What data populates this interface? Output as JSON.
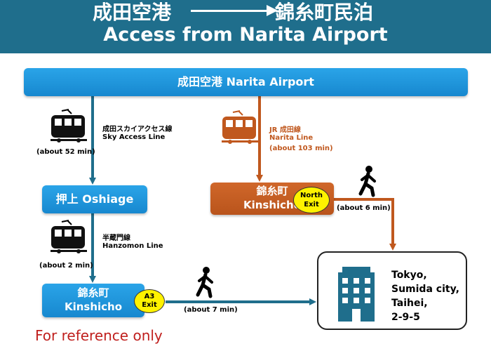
{
  "header": {
    "from_jp": "成田空港",
    "to_jp": "錦糸町民泊",
    "subtitle": "Access from Narita Airport"
  },
  "nodes": {
    "airport": "成田空港 Narita Airport",
    "oshiage": "押上 Oshiage",
    "kinshicho_blue_jp": "錦糸町",
    "kinshicho_blue_en": "Kinshicho",
    "kinshicho_orange_jp": "錦糸町",
    "kinshicho_orange_en": "Kinshicho"
  },
  "badges": {
    "north": [
      "North",
      "Exit"
    ],
    "a3": [
      "A3",
      "Exit"
    ]
  },
  "routes": {
    "sky_access": {
      "line_jp": "成田スカイアクセス線",
      "line_en": "Sky Access Line",
      "time": "(about 52 min)"
    },
    "hanzomon": {
      "line_jp": "半蔵門線",
      "line_en": "Hanzomon Line",
      "time": "(about 2 min)"
    },
    "jr_narita": {
      "line_jp": "JR 成田線",
      "line_en": "Narita Line",
      "time": "(about 103 min)"
    },
    "walk_north": {
      "time": "(about 6 min)"
    },
    "walk_a3": {
      "time": "(about 7 min)"
    }
  },
  "destination": {
    "lines": [
      "Tokyo,",
      "Sumida city,",
      "Taihei,",
      "2-9-5"
    ]
  },
  "footer": {
    "note": "For reference only"
  },
  "colors": {
    "header": "#1f6e8c",
    "blue_route": "#1f6e8c",
    "orange_route": "#c0581e",
    "box_blue": "#1788cf",
    "badge": "#fff200",
    "reference": "#c0201e"
  },
  "icons": [
    "train-icon",
    "walking-person-icon",
    "building-icon"
  ]
}
